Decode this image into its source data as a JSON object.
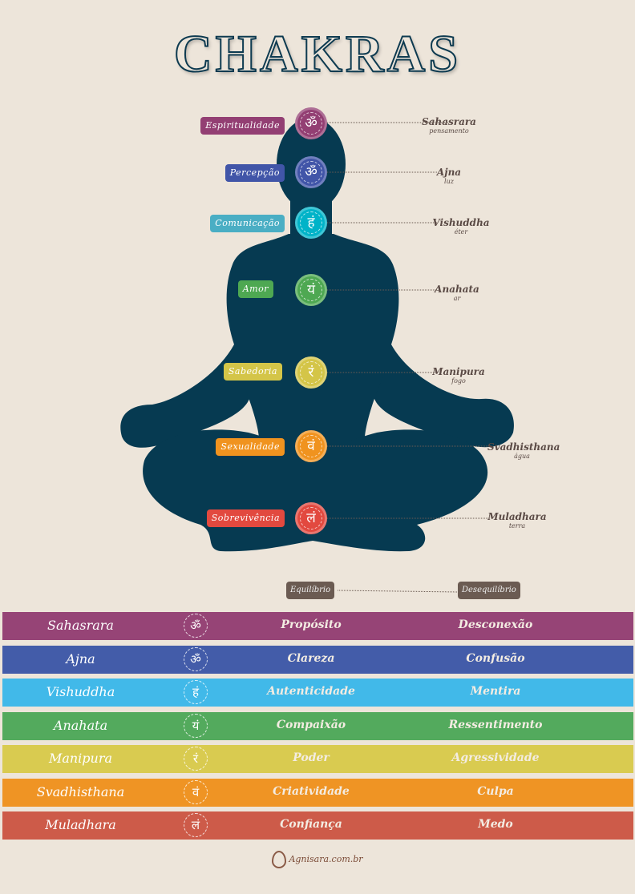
{
  "title": "CHAKRAS",
  "colors": {
    "background": "#ede5da",
    "silhouette": "#063a51"
  },
  "chakras": [
    {
      "trait": "Espiritualidade",
      "name": "Sahasrara",
      "element": "pensamento",
      "symbol": "ॐ",
      "label_color": "#933f73",
      "circle_color": "#933f73",
      "band_color": "#964476",
      "balance": "Propósito",
      "imbalance": "Desconexão"
    },
    {
      "trait": "Percepção",
      "name": "Ajna",
      "element": "luz",
      "symbol": "ॐ",
      "label_color": "#4155a8",
      "circle_color": "#4155a8",
      "band_color": "#435ca9",
      "balance": "Clareza",
      "imbalance": "Confusão"
    },
    {
      "trait": "Comunicação",
      "name": "Vishuddha",
      "element": "éter",
      "symbol": "हं",
      "label_color": "#4aaec4",
      "circle_color": "#00b3c8",
      "band_color": "#41b9e9",
      "balance": "Autenticidade",
      "imbalance": "Mentira"
    },
    {
      "trait": "Amor",
      "name": "Anahata",
      "element": "ar",
      "symbol": "यं",
      "label_color": "#4ea852",
      "circle_color": "#4ea852",
      "band_color": "#53aa5d",
      "balance": "Compaixão",
      "imbalance": "Ressentimento"
    },
    {
      "trait": "Sabedoria",
      "name": "Manipura",
      "element": "fogo",
      "symbol": "रं",
      "label_color": "#d4c548",
      "circle_color": "#d4c548",
      "band_color": "#d9cb50",
      "balance": "Poder",
      "imbalance": "Agressividade"
    },
    {
      "trait": "Sexualidade",
      "name": "Svadhisthana",
      "element": "água",
      "symbol": "वं",
      "label_color": "#f0931f",
      "circle_color": "#f0931f",
      "band_color": "#ef9424",
      "balance": "Criatividade",
      "imbalance": "Culpa"
    },
    {
      "trait": "Sobrevivência",
      "name": "Muladhara",
      "element": "terra",
      "symbol": "लं",
      "label_color": "#e2493f",
      "circle_color": "#e2493f",
      "band_color": "#cd5b49",
      "balance": "Confiança",
      "imbalance": "Medo"
    }
  ],
  "table": {
    "balance_header": "Equilíbrio",
    "imbalance_header": "Desequilíbrio"
  },
  "footer": {
    "site": "Agnisara.com.br"
  }
}
